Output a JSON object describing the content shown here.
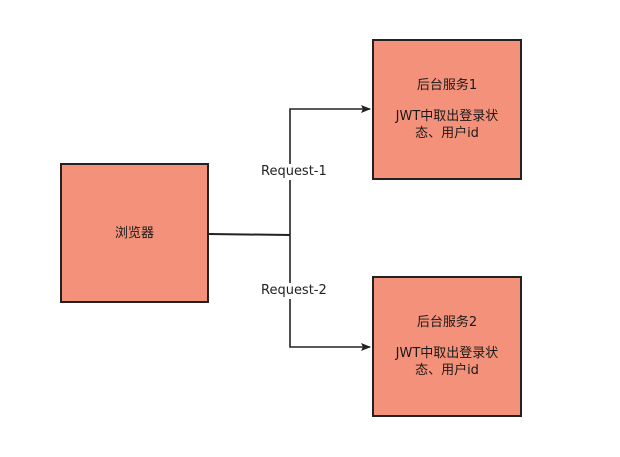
{
  "colors": {
    "node_fill": "#f4917a",
    "node_stroke": "#222222",
    "edge_stroke": "#222222",
    "background": "#ffffff"
  },
  "nodes": {
    "browser": {
      "title": "浏览器"
    },
    "backend1": {
      "title": "后台服务1",
      "desc": "JWT中取出登录状态、用户id"
    },
    "backend2": {
      "title": "后台服务2",
      "desc": "JWT中取出登录状态、用户id"
    }
  },
  "edges": {
    "request1": {
      "label": "Request-1",
      "from": "browser",
      "to": "backend1"
    },
    "request2": {
      "label": "Request-2",
      "from": "browser",
      "to": "backend2"
    }
  }
}
